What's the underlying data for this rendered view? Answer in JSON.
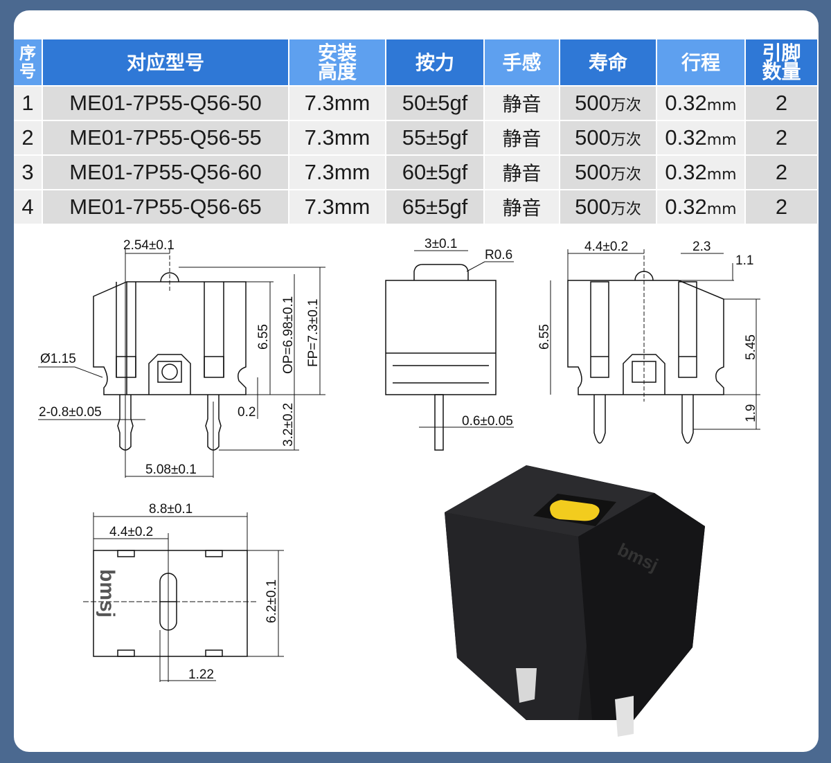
{
  "table": {
    "headers": [
      {
        "line1": "序",
        "line2": "号"
      },
      {
        "line1": "对应型号",
        "line2": ""
      },
      {
        "line1": "安装",
        "line2": "高度"
      },
      {
        "line1": "按力",
        "line2": ""
      },
      {
        "line1": "手感",
        "line2": ""
      },
      {
        "line1": "寿命",
        "line2": ""
      },
      {
        "line1": "行程",
        "line2": ""
      },
      {
        "line1": "引脚",
        "line2": "数量"
      }
    ],
    "rows": [
      {
        "no": "1",
        "model": "ME01-7P55-Q56-50",
        "height": "7.3mm",
        "force": "50±5gf",
        "feel": "静音",
        "life_num": "500",
        "life_unit": "万次",
        "travel_num": "0.32",
        "travel_unit": "mm",
        "pins": "2"
      },
      {
        "no": "2",
        "model": "ME01-7P55-Q56-55",
        "height": "7.3mm",
        "force": "55±5gf",
        "feel": "静音",
        "life_num": "500",
        "life_unit": "万次",
        "travel_num": "0.32",
        "travel_unit": "mm",
        "pins": "2"
      },
      {
        "no": "3",
        "model": "ME01-7P55-Q56-60",
        "height": "7.3mm",
        "force": "60±5gf",
        "feel": "静音",
        "life_num": "500",
        "life_unit": "万次",
        "travel_num": "0.32",
        "travel_unit": "mm",
        "pins": "2"
      },
      {
        "no": "4",
        "model": "ME01-7P55-Q56-65",
        "height": "7.3mm",
        "force": "65±5gf",
        "feel": "静音",
        "life_num": "500",
        "life_unit": "万次",
        "travel_num": "0.32",
        "travel_unit": "mm",
        "pins": "2"
      }
    ]
  },
  "drawings": {
    "front": {
      "d1": "2.54±0.1",
      "d2": "Ø1.15",
      "d3": "2-0.8±0.05",
      "d4": "5.08±0.1",
      "d5": "6.55",
      "d6": "OP=6.98±0.1",
      "d7": "FP=7.3±0.1",
      "d8": "0.2",
      "d9": "3.2±0.2"
    },
    "side": {
      "d1": "3±0.1",
      "d2": "R0.6",
      "d3": "0.6±0.05"
    },
    "back": {
      "d1": "4.4±0.2",
      "d2": "2.3",
      "d3": "1.1",
      "d4": "6.55",
      "d5": "5.45",
      "d6": "1.9"
    },
    "top": {
      "d1": "8.8±0.1",
      "d2": "4.4±0.2",
      "d3": "6.2±0.1",
      "d4": "1.22"
    }
  },
  "colors": {
    "background": "#4b6990",
    "header_dark": "#2f78d6",
    "header_light": "#5ea0ef",
    "button": "#f2cc1e"
  }
}
